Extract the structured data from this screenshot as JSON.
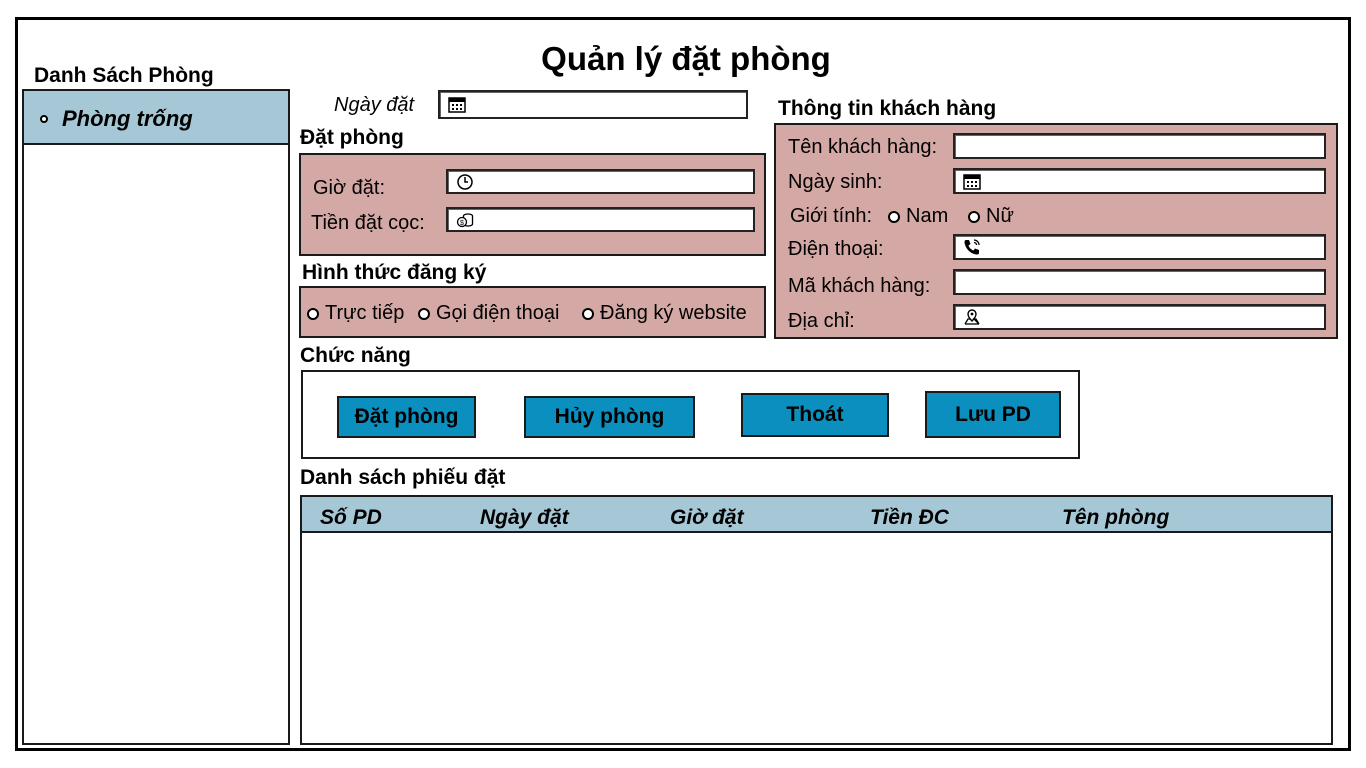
{
  "title": "Quản lý đặt phòng",
  "room_list": {
    "heading": "Danh Sách Phòng",
    "items": [
      {
        "label": "Phòng trống"
      }
    ]
  },
  "booking_date": {
    "label": "Ngày đặt",
    "value": ""
  },
  "booking": {
    "heading": "Đặt phòng",
    "time_label": "Giờ đặt:",
    "deposit_label": "Tiền đặt cọc:",
    "time_value": "",
    "deposit_value": ""
  },
  "registration": {
    "heading": "Hình thức đăng ký",
    "options": [
      "Trực tiếp",
      "Gọi điện thoại",
      "Đăng ký website"
    ]
  },
  "customer": {
    "heading": "Thông tin khách hàng",
    "name_label": "Tên khách hàng:",
    "dob_label": "Ngày sinh:",
    "gender_label": "Giới tính:",
    "gender_options": [
      "Nam",
      "Nữ"
    ],
    "phone_label": "Điện thoại:",
    "code_label": "Mã khách hàng:",
    "address_label": "Địa chỉ:"
  },
  "functions": {
    "heading": "Chức năng",
    "buttons": [
      "Đặt phòng",
      "Hủy phòng",
      "Thoát",
      "Lưu PD"
    ]
  },
  "booking_list": {
    "heading": "Danh sách phiếu đặt",
    "columns": [
      "Số PD",
      "Ngày đặt",
      "Giờ đặt",
      "Tiền ĐC",
      "Tên phòng"
    ],
    "rows": []
  },
  "colors": {
    "panel_pink": "#d4a9a5",
    "header_blue": "#a6c8d6",
    "button_blue": "#0a8fbf"
  }
}
